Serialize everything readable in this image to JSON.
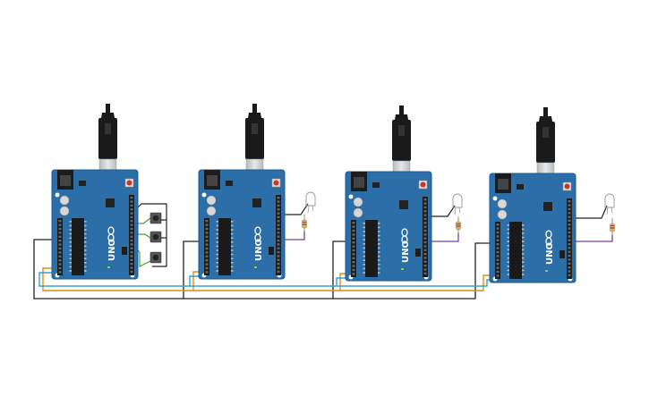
{
  "board_model": "UNO",
  "brand_logo": "arduino-infinity-logo",
  "colors": {
    "background": "#ffffff",
    "board": "#2b6ea8",
    "board_edge": "#1f5a8c",
    "header": "#1c1c1c",
    "usb_metal": "#cfd2d4",
    "usb_cable": "#1a1a1a",
    "wire_black": "#222222",
    "wire_orange": "#e38b13",
    "wire_blue": "#2fa3d6",
    "wire_green": "#3aa63a",
    "wire_purple": "#7b3fa0",
    "wire_gray": "#666666",
    "reset_button": "#c0392b",
    "resistor_body": "#d9b26a",
    "led_outline": "#9a9a9a"
  },
  "boards": [
    {
      "id": "board-1",
      "label": "UNO",
      "peripheral": "push-buttons-x3"
    },
    {
      "id": "board-2",
      "label": "UNO",
      "peripheral": "led-with-resistor"
    },
    {
      "id": "board-3",
      "label": "UNO",
      "peripheral": "led-with-resistor"
    },
    {
      "id": "board-4",
      "label": "UNO",
      "peripheral": "led-with-resistor"
    }
  ],
  "icons": {
    "usb_plug": "usb-plug-icon",
    "led": "led-icon",
    "resistor": "resistor-icon",
    "push_button": "push-button-icon"
  }
}
